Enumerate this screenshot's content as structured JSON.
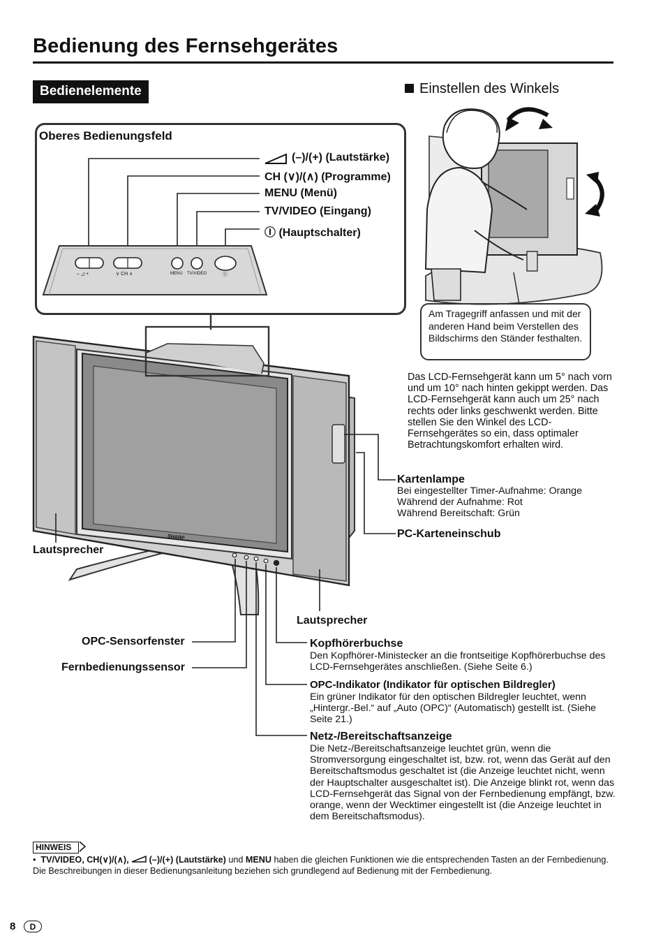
{
  "page": {
    "title": "Bedienung des Fernsehgerätes",
    "section_label": "Bedienelemente",
    "number": "8",
    "lang": "D"
  },
  "panel": {
    "title": "Oberes Bedienungsfeld",
    "volume": "(–)/(+) (Lautstärke)",
    "ch_prefix": "CH (",
    "ch_mid": ")/(",
    "ch_suffix": ") (Programme)",
    "menu": "MENU (Menü)",
    "tvvideo": "TV/VIDEO (Eingang)",
    "power": "(Hauptschalter)",
    "power_symbol": "Ⓘ",
    "btn_labels": {
      "vol": "–  ◿  +",
      "ch": "∨ CH ∧",
      "menu": "MENU",
      "tvvideo": "TV/VIDEO",
      "power": "Ⓘ"
    }
  },
  "angle": {
    "heading": "Einstellen des Winkels",
    "note": "Am Tragegriff anfassen und mit der anderen Hand beim Verstellen des Bildschirms den Ständer festhalten.",
    "description": "Das LCD-Fernsehgerät kann um 5° nach vorn und um 10° nach hinten gekippt werden. Das LCD-Fernsehgerät kann auch um 25° nach rechts oder links geschwenkt werden. Bitte stellen Sie den Winkel des LCD-Fernsehgerätes so ein, dass optimaler Betrachtungskomfort erhalten wird."
  },
  "tv": {
    "brand": "SHARP"
  },
  "callouts": {
    "kartenlampe_title": "Kartenlampe",
    "kartenlampe_lines": [
      "Bei eingestellter Timer-Aufnahme: Orange",
      "Während der Aufnahme: Rot",
      "Während Bereitschaft: Grün"
    ],
    "pc_slot": "PC-Karteneinschub",
    "speaker_left": "Lautsprecher",
    "speaker_right": "Lautsprecher",
    "opc_sensor": "OPC-Sensorfenster",
    "remote_sensor": "Fernbedienungssensor",
    "headphone_title": "Kopfhörerbuchse",
    "headphone_desc": "Den Kopfhörer-Ministecker an die frontseitige Kopfhörerbuchse des LCD-Fernsehgerätes anschließen. (Siehe Seite 6.)",
    "opc_ind_title": "OPC-Indikator (Indikator für optischen Bildregler)",
    "opc_ind_desc": "Ein grüner Indikator für den optischen Bildregler leuchtet, wenn „Hintergr.-Bel.“ auf „Auto (OPC)“ (Automatisch) gestellt ist. (Siehe Seite 21.)",
    "power_ind_title": "Netz-/Bereitschaftsanzeige",
    "power_ind_desc": "Die Netz-/Bereitschaftsanzeige leuchtet grün, wenn die Stromversorgung eingeschaltet ist, bzw. rot, wenn das Gerät auf den Bereitschaftsmodus geschaltet ist (die Anzeige leuchtet nicht, wenn der Hauptschalter ausgeschaltet ist). Die Anzeige blinkt rot, wenn das LCD-Fernsehgerät das Signal von der Fernbedienung empfängt, bzw. orange, wenn der Wecktimer eingestellt ist (die Anzeige leuchtet in dem Bereitschaftsmodus)."
  },
  "hint": {
    "badge": "HINWEIS",
    "bullet": "•",
    "b1": "TV/VIDEO, CH(",
    "b2": ")/(",
    "b3": "),",
    "b4": "(–)/(+) (Lautstärke)",
    "t1": " und ",
    "b5": "MENU",
    "t2": " haben die gleichen Funktionen wie die entsprechenden Tasten an der Fernbedienung. Die Beschreibungen in dieser Bedienungsanleitung beziehen sich grundlegend auf Bedienung mit der Fernbedienung."
  }
}
